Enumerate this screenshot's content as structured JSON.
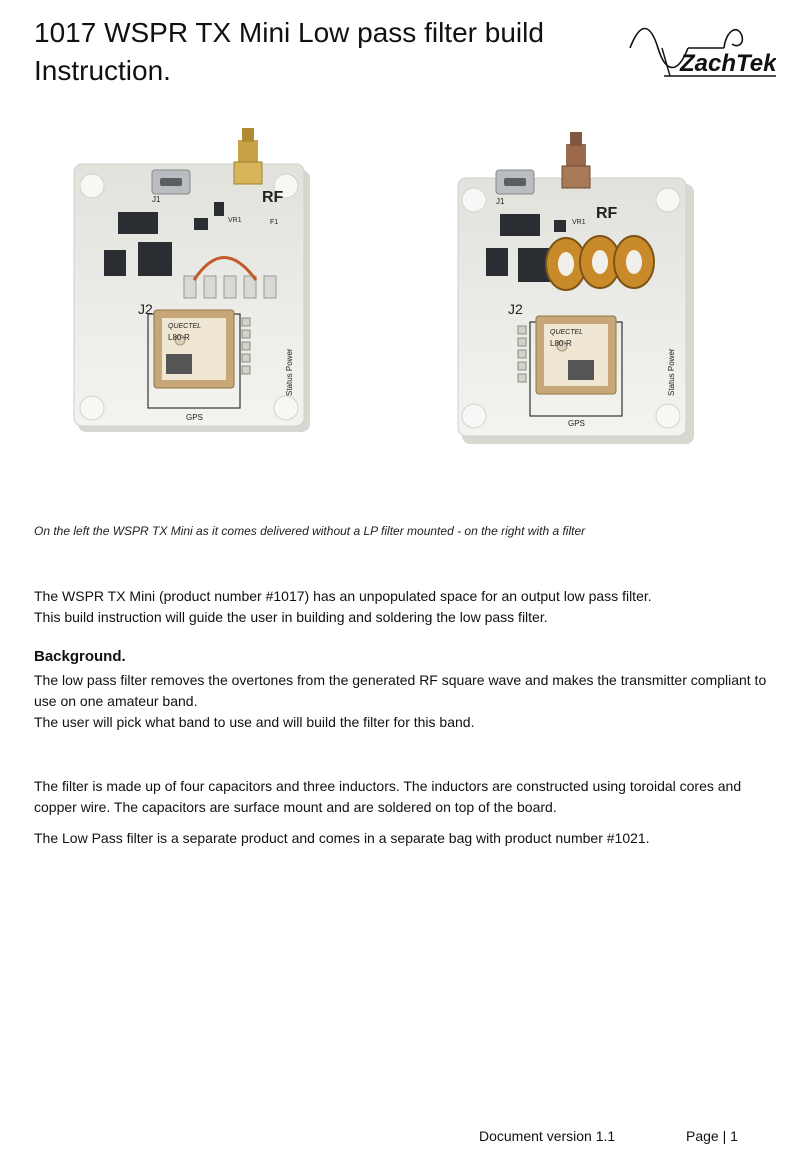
{
  "title": "1017 WSPR TX Mini Low pass filter build Instruction.",
  "logo_text": "ZachTek",
  "photo": {
    "left_board_labels": [
      "J1",
      "RF",
      "VR1",
      "F1",
      "J2",
      "QUECTEL",
      "L80-R",
      "GPS",
      "Status Power"
    ],
    "right_board_labels": [
      "J1",
      "RF",
      "VR1",
      "J2",
      "QUECTEL",
      "L80-R",
      "GPS",
      "Status Power"
    ]
  },
  "caption": "On the left the WSPR TX Mini as it comes delivered without a LP filter mounted - on the right with a filter",
  "intro": [
    "The WSPR TX Mini (product number #1017) has an unpopulated space for an output low pass filter.",
    "This build instruction will guide the user in building and soldering the low pass filter."
  ],
  "background": {
    "heading": "Background.",
    "lines": [
      "The low pass filter removes the overtones from the generated RF square wave and makes the transmitter compliant to use on one amateur band.",
      "The user will pick what band to use and will build the filter for this band."
    ]
  },
  "filter_text": "The filter is made up of four capacitors and three inductors. The inductors are constructed using toroidal cores and copper wire. The capacitors are surface mount and are soldered on top of the board.",
  "product_text": "The Low Pass filter is a separate product and comes in a separate bag with product number #1021.",
  "footer": {
    "version": "Document version 1.1",
    "page": "Page | 1"
  },
  "colors": {
    "board": "#ededea",
    "chip": "#2a2d32",
    "gps_module": "#c7a778",
    "toroid": "#c98a2a",
    "connector": "#c7a246"
  }
}
